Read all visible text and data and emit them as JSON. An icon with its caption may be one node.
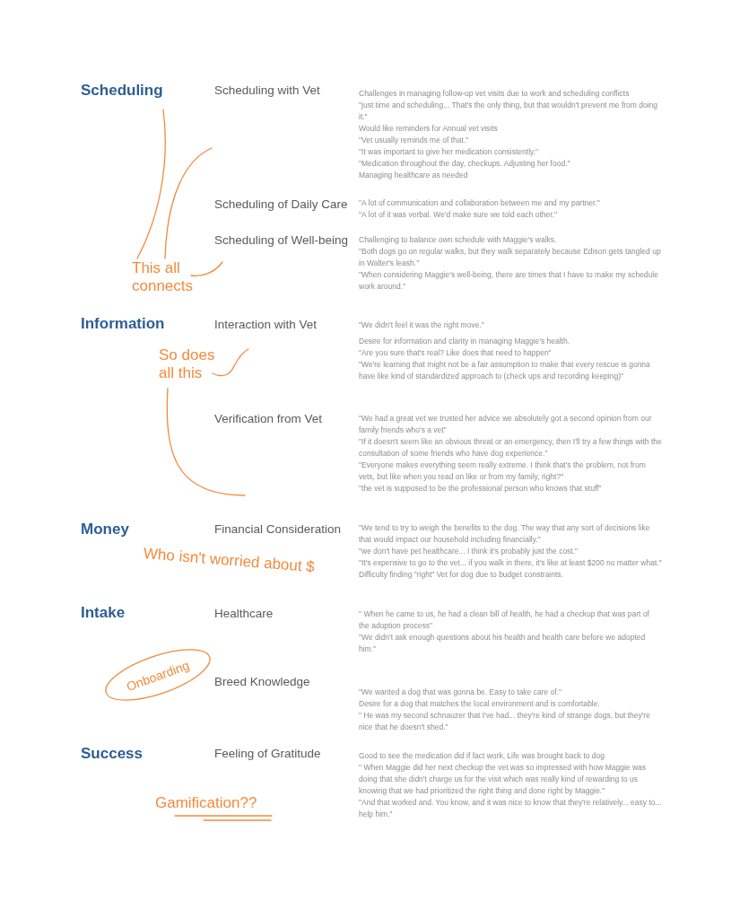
{
  "diagram": {
    "nodes": [
      {
        "text": [
          "Onboarding"
        ]
      }
    ],
    "labels": [
      "Scheduling",
      "Scheduling with Vet",
      "Challenges in managing follow-up vet visits due to work and scheduling conflicts",
      "\"just time and scheduling... That's the only thing, but that wouldn't prevent me from doing it.\"",
      "Would like reminders for Annual vet visits",
      "\"Vet usually reminds me of that.\"",
      "\"It was important to give her medication consistently.\"",
      "\"Medication throughout the day, checkups. Adjusting her food.\"",
      "Managing healthcare as needed",
      "Scheduling of Daily Care",
      "\"A lot of communication and collaboration between me and my partner.\"",
      "\"A lot of it was verbal. We'd make sure we told each other.\"",
      "Scheduling of Well-being",
      "Challenging to balance own schedule with Maggie's walks.",
      "\"Both dogs go on regular walks, but they walk separately because Edison gets tangled up in Walter's leash.\"",
      "\"When considering Maggie's well-being, there are times that I have to make my schedule work around.\"",
      "This all connects",
      "Information",
      "Interaction with Vet",
      "\"We didn't feel it was the right move.\"",
      "Desire for information and clarity in managing Maggie's health.",
      "\"Are you sure that's real? Like does that need to happen\"",
      "\"We're learning that might not be a fair assumption to make that every rescue is gonna have like kind of standardized approach to (check ups and recording keeping)\"",
      "So does all this",
      "Verification from Vet",
      "\"We had a great vet we trusted her advice we absolutely got a second opinion from our family friends who's a vet\"",
      "\"If it doesn't seem like an obvious threat or an emergency, then I'll try a few things with the consultation of some friends who have dog experience.\"",
      "\"Everyone makes everything seem really extreme. I think that's the problem, not from vets, but like when you read on like or from my family, right?\"",
      "\"the vet is supposed to be the professional person who knows that stuff\"",
      "Money",
      "Financial Consideration",
      "\"We tend to try to weigh the benefits to the dog. The way that any sort of decisions like that would impact our household including financially.\"",
      "\"we don't have pet healthcare... I think it's probably just the cost.\"",
      "\"It's expensive to go to the vet... if you walk in there, it's like at least $200 no matter what.\"",
      "Difficulty finding \"right\" Vet for dog due to budget constraints.",
      "Who isn't worried about $",
      "Intake",
      "Healthcare",
      "\" When he came to us, he had a clean bill of health, he had a checkup that was part of the adoption process\"",
      "\"We didn't ask enough questions about his health and health care before we adopted him.\"",
      "Breed Knowledge",
      "\"We wanted a dog that was gonna be. Easy to take care of.\"",
      "Desire for a dog that matches the local environment and is comfortable.",
      "\" He was my second schnauzer that I've had... they're kind of strange dogs, but they're nice that he doesn't shed.\"",
      "Success",
      "Feeling of Gratitude",
      "Good to see the medication did if fact work, Life was brought back to dog",
      "\" When Maggie did her next checkup the vet was so impressed with how Maggie was doing that she didn't charge us for the visit which was really kind of rewarding to us knowing that we had prioritized the right thing and done right by Maggie.\"",
      "\"And that worked and. You know, and it was nice to know that they're relatively... easy to... help him.\"",
      "Gamification??"
    ]
  }
}
